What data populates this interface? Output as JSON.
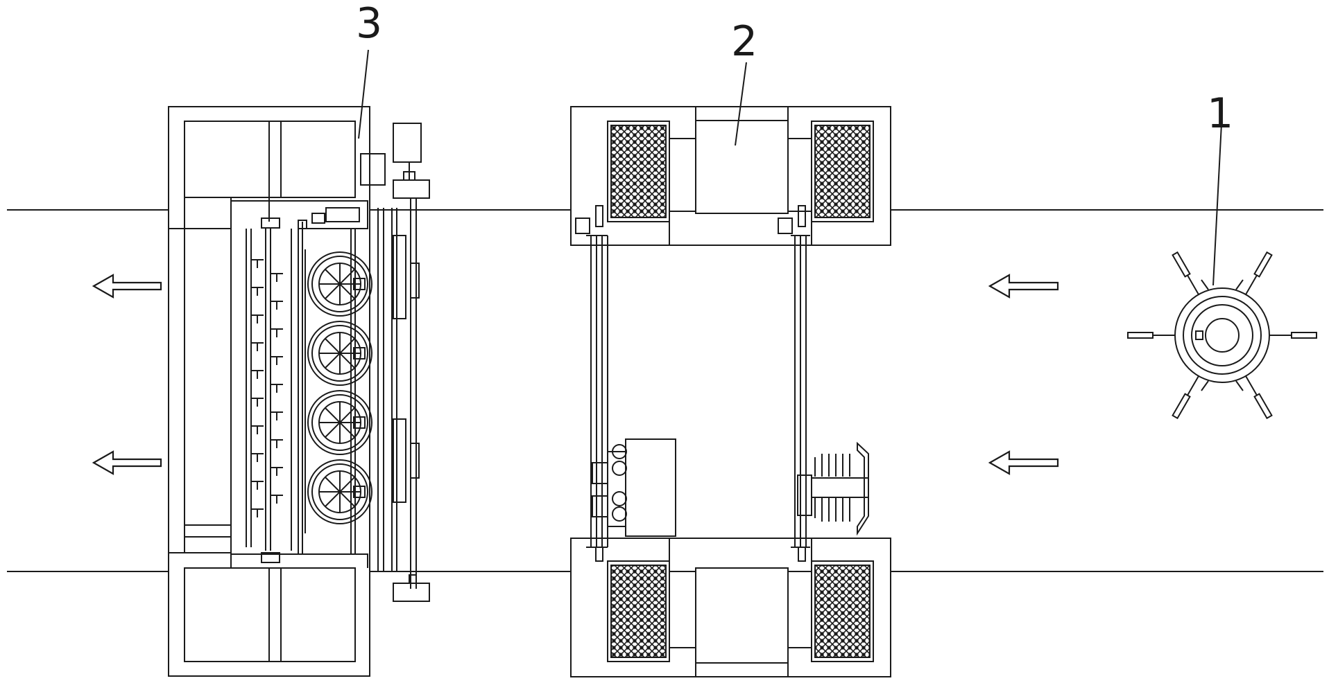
{
  "figure": {
    "callouts": [
      {
        "id": "1",
        "text": "1"
      },
      {
        "id": "2",
        "text": "2"
      },
      {
        "id": "3",
        "text": "3"
      }
    ],
    "flow_direction": "right-to-left",
    "colors": {
      "line": "#1a1a1a",
      "background": "#ffffff"
    }
  }
}
